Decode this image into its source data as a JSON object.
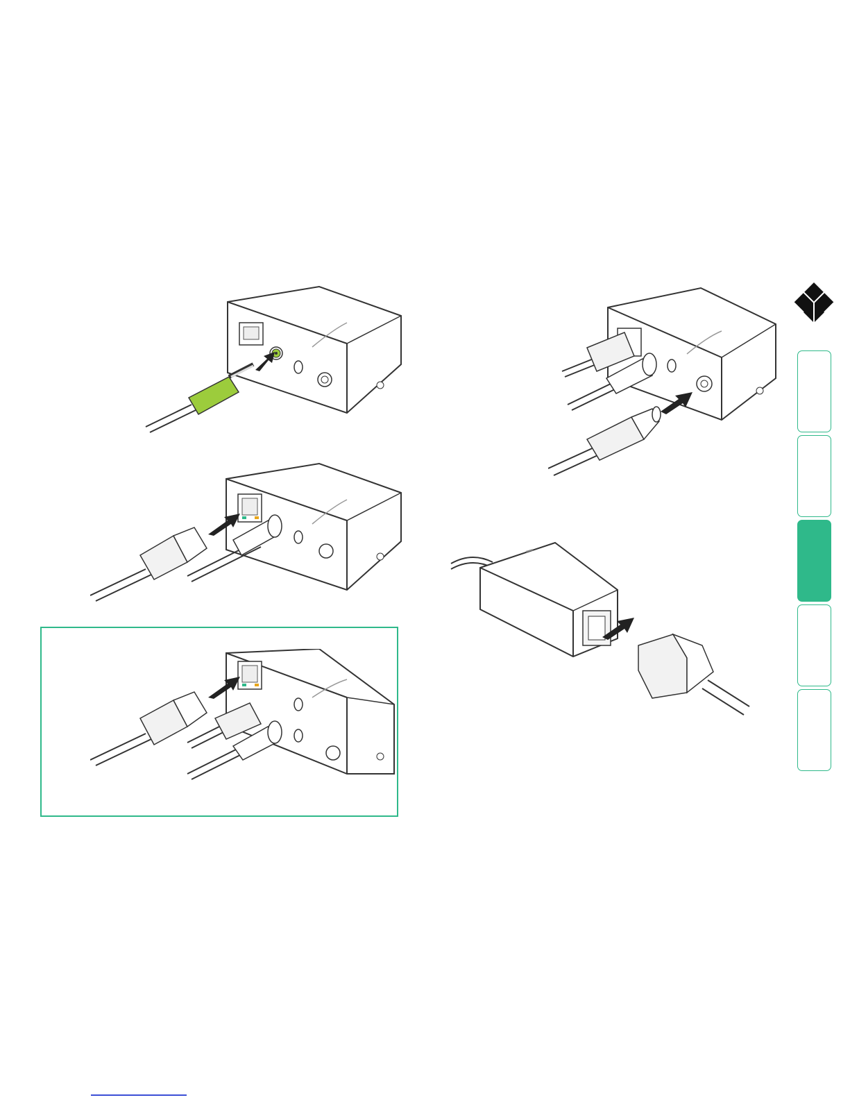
{
  "colors": {
    "accent": "#2fb98a",
    "plug_green": "#9ccc3c",
    "link_line": "#3b4fd6"
  },
  "logo": {
    "icon": "black-box-diamond-logo"
  },
  "side_tabs": [
    {
      "id": "tab-1",
      "active": false
    },
    {
      "id": "tab-2",
      "active": false
    },
    {
      "id": "tab-3",
      "active": true
    },
    {
      "id": "tab-4",
      "active": false
    },
    {
      "id": "tab-5",
      "active": false
    }
  ],
  "illustrations": [
    {
      "id": "audio-jack",
      "icon": "audio-plug-connection-icon"
    },
    {
      "id": "rj45-link",
      "icon": "rj45-connection-icon"
    },
    {
      "id": "rj45-daisy-chain",
      "icon": "rj45-secondary-connection-icon"
    },
    {
      "id": "dc-power",
      "icon": "power-plug-connection-icon"
    },
    {
      "id": "psu-mains",
      "icon": "mains-lead-connection-icon"
    }
  ]
}
